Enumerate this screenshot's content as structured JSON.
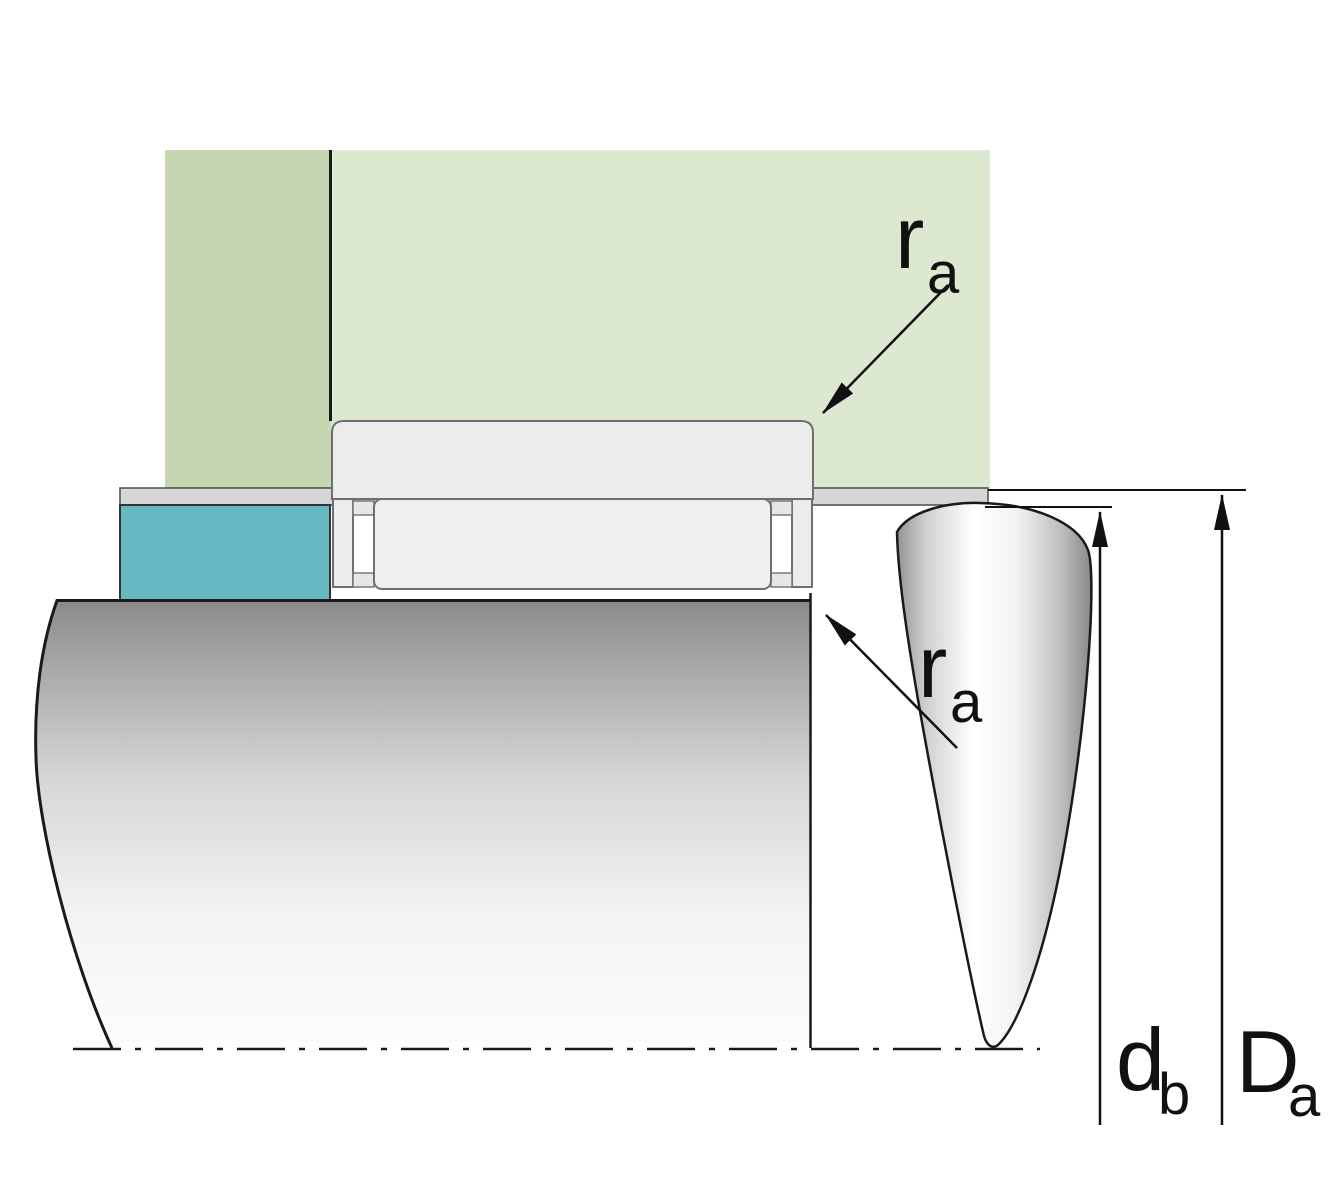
{
  "figure": {
    "type": "technical-drawing",
    "labels": {
      "ra_top": {
        "main": "r",
        "sub": "a"
      },
      "ra_mid": {
        "main": "r",
        "sub": "a"
      },
      "db": {
        "main": "d",
        "sub": "b"
      },
      "Da": {
        "main": "D",
        "sub": "a"
      }
    },
    "colors": {
      "housing_dark_green": "#c6d6b2",
      "housing_light_green": "#dce8d0",
      "spacer_teal": "#66b9c3",
      "bearing_light_gray": "#ececec",
      "roller_gray": "#efefef",
      "bore_strip_gray": "#d6d6d6",
      "outline_dark": "#1a1a1a"
    }
  }
}
